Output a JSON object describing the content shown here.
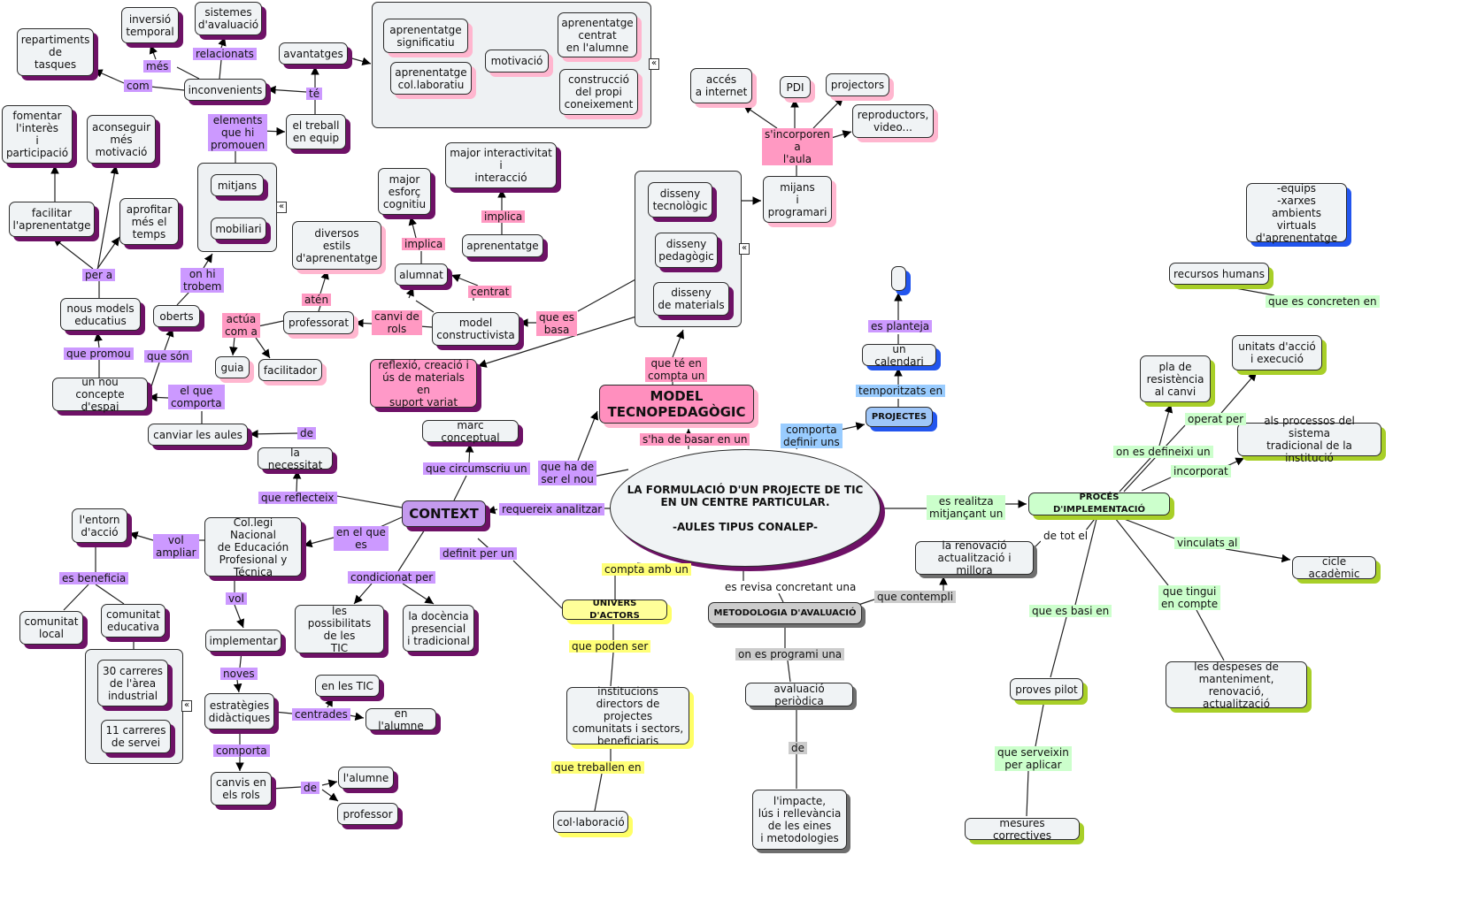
{
  "nodes": {
    "root": "LA FORMULACIÓ D'UN PROJECTE DE TIC\nEN UN CENTRE PARTICULAR.\n\n-AULES TIPUS CONALEP-",
    "model": "MODEL\nTECNOPEDAGÒGIC",
    "context": "CONTEXT",
    "projectes": "PROJECTES",
    "proces": "PROCÉS D'IMPLEMENTACIÓ",
    "univers": "UNIVERS D'ACTORS",
    "metodologia": "METODOLOGIA D'AVALUACIÓ",
    "marc": "marc conceptual",
    "necessitat": "la necessitat",
    "canviar": "canviar les aules",
    "concepte": "un nou concepte\nd'espai",
    "nousmodels": "nous models\neducatius",
    "oberts": "oberts",
    "facilitar": "facilitar\nl'aprenentatge",
    "aprofitar": "aprofitar\nmés el\ntemps",
    "fomentar": "fomentar\nl'interès\ni\nparticipació",
    "aconseguir": "aconseguir\nmés\nmotivació",
    "mitjans": "mitjans",
    "mobiliari": "mobiliari",
    "treball": "el treball\nen equip",
    "inconvenients": "inconvenients",
    "repartiments": "repartiments\nde\ntasques",
    "inversio": "inversió\ntemporal",
    "sistemes": "sistemes\nd'avaluació",
    "avantatges": "avantatges",
    "ap_significatiu": "aprenentatge\nsignificatiu",
    "motivacio": "motivació",
    "ap_centrat": "aprenentatge\ncentrat\nen l'alumne",
    "ap_colab": "aprenentatge\ncol.laboratiu",
    "construccio": "construcció\ndel propi\nconeixement",
    "professorat": "professorat",
    "guia": "guia",
    "facilitador": "facilitador",
    "diversos": "diversos\nestils\nd'aprenentatge",
    "alumnat": "alumnat",
    "esforc": "major\nesforç\ncognitiu",
    "aprenentatge": "aprenentatge",
    "interactivitat": "major interactivitat\ni\ninteracció",
    "model_constr": "model\nconstructivista",
    "reflexio": "reflexió, creació i\nús de materials en\nsuport variat",
    "disseny_tec": "disseny\ntecnològic",
    "disseny_ped": "disseny\npedagògic",
    "disseny_mat": "disseny\nde materials",
    "mitjans_prog": "mijans\ni\nprogramari",
    "acces": "accés\na internet",
    "pdi": "PDI",
    "projectors": "projectors",
    "reproductors": "reproductors,\nvideo...",
    "colegi": "Col.legi Nacional\nde Educación\nProfesional y\nTécnica",
    "entorn": "l'entorn\nd'acció",
    "com_local": "comunitat\nlocal",
    "com_educativa": "comunitat\neducativa",
    "carreres30": "30 carreres\nde l'àrea\nindustrial",
    "carreres11": "11 carreres\nde servei",
    "implementar": "implementar",
    "estrategies": "estratègies\ndidàctiques",
    "en_tic": "en les TIC",
    "en_alumne": "en l'alumne",
    "canvis_rols": "canvis en\nels rols",
    "lalumne": "l'alumne",
    "professor": "professor",
    "possibilitats": "les possibilitats\nde les\nTIC",
    "docencia": "la docència\npresencial\ni tradicional",
    "institucions": "institucions\ndirectors de projectes\ncomunitats i sectors,\nbeneficiaris",
    "colaboracio": "col·laboració",
    "calendari": "un calendari",
    "blank": "",
    "equips": "-equips\n-xarxes\nambients virtuals\nd'aprenentatge",
    "recursos": "recursos humans",
    "unitats": "unitats d'acció\ni execució",
    "pla": "pla de\nresistència\nal canvi",
    "processos": "als processos del sistema\ntradicional de la institució",
    "cicle": "cicle acadèmic",
    "despeses": "les despeses de\nmanteniment, renovació,\nactualització",
    "proves": "proves pilot",
    "mesures": "mesures correctives",
    "renovacio": "la renovació\nactualització i millora",
    "avaluacio": "avaluació periòdica",
    "impacte": "l'impacte,\nlús i rellevància\nde les eines\ni metodologies"
  },
  "links": {
    "s_ha_de_basar": "s'ha de basar en un",
    "que_te_en_compta": "que té en\ncompta un",
    "que_es_basa": "que es\nbasa",
    "que_ha_de": "que ha de\nser el nou",
    "que_circumscriu": "que circumscriu un",
    "requereix": "requereix analitzar",
    "que_reflecteix": "que reflecteix",
    "de1": "de",
    "el_que_comporta": "el que\ncomporta",
    "que_promou": "que promou",
    "que_son": "que són",
    "per_a": "per a",
    "on_hi_trobem": "on hi\ntrobem",
    "elements": "elements\nque hi\npromouen",
    "te": "té",
    "com": "com",
    "mes": "més",
    "relacionats": "relacionats",
    "canvi_rols": "canvi de\nrols",
    "actua": "actúa\ncom a",
    "aten": "atén",
    "implica1": "implica",
    "centrat": "centrat",
    "implica2": "implica",
    "incorporen": "s'incorporen\na\nl'aula",
    "en_el_que": "en el que\nes",
    "vol_ampliar": "vol\nampliar",
    "es_beneficia": "es beneficia",
    "vol": "vol",
    "noves": "noves",
    "centrades": "centrades",
    "comporta": "comporta",
    "de2": "de",
    "condicionat": "condicionat per",
    "definit": "definit per un",
    "compta_amb": "compta amb un",
    "que_poden": "que poden ser",
    "que_treballen": "que treballen en",
    "es_revisa": "es revisa concretant una",
    "que_contempli": "que contempli",
    "on_es_programi": "on es programi una",
    "de3": "de",
    "comporta_definir": "comporta\ndefinir uns",
    "temporitzats": "temporitzats en",
    "es_planteja": "es planteja",
    "es_realitza": "es realitza\nmitjançant un",
    "de_tot_el": "de tot el",
    "on_es_defineixi": "on es defineixi un",
    "operat_per": "operat per",
    "incorporat": "incorporat",
    "que_es_concreten": "que es concreten en",
    "vinculats": "vinculats al",
    "que_tingui": "que tingui\nen compte",
    "que_es_basi": "que es basi en",
    "que_serveixin": "que serveixin\nper aplicar"
  },
  "colors": {
    "shadow_purple": "#6e1166",
    "shadow_pink": "#ffb6cf",
    "shadow_yellow": "#ffff66",
    "shadow_green": "#a8cf28",
    "shadow_blue": "#2255ee",
    "label_purple": "#cc99ff",
    "label_pink": "#ff99c2",
    "label_green": "#ccffcc",
    "label_yellow": "#ffff77",
    "label_blue": "#99ccff",
    "label_gray": "#cccccc",
    "node_fill": "#f0f3f5"
  },
  "collapse_icon": "«"
}
